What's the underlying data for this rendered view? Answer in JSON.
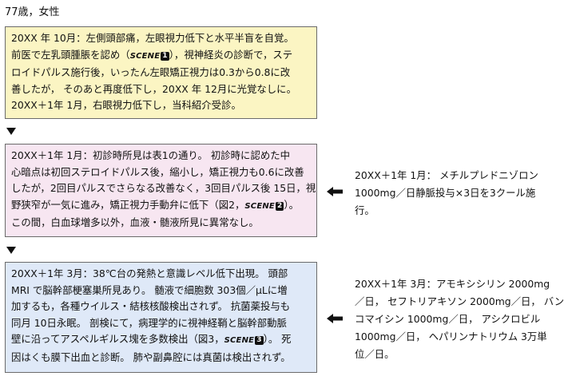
{
  "header": {
    "title": "77歳，女性"
  },
  "colors": {
    "box1_bg": "#fbf5c3",
    "box2_bg": "#f7e6f1",
    "box3_bg": "#dfe9f8",
    "border": "#6b6b6b"
  },
  "box1": {
    "lines": [
      "20XX 年 10月：左側頭部痛，左眼視力低下と水平半盲を自覚。",
      "前医で左乳頭腫脹を認め（",
      "），視神経炎の診断で，ステ",
      "ロイドパルス施行後，いったん左眼矯正視力は0.3から0.8に改",
      "善したが，  そのあと再度低下し，20XX 年 12月に光覚なしに。",
      "20XX＋1年 1月，右眼視力低下し，当科紹介受診。"
    ],
    "scene_label": "SCENE",
    "scene_num": "1"
  },
  "box2": {
    "lines": [
      "20XX＋1年 1月：初診時所見は表1の通り。  初診時に認めた中",
      "心暗点は初回ステロイドパルス後，縮小し，矯正視力も0.6に改善",
      "したが，2回目パルスでさらなる改善なく，3回目パルス後 15日，視",
      "野狭窄が一気に進み，矯正視力手動弁に低下（図2，",
      "）。",
      "この間，白血球増多以外，血液・髄液所見に異常なし。"
    ],
    "scene_label": "SCENE",
    "scene_num": "2"
  },
  "box3": {
    "lines": [
      "20XX＋1年 3月：38℃台の発熱と意識レベル低下出現。  頭部",
      "MRI で脳幹部梗塞巣所見あり。  髄液で細胞数 303個／μLに増",
      "加するも，各種ウイルス・結核核酸検出されず。  抗菌薬投与も",
      "同月 10日永眠。  剖検にて，病理学的に視神経鞘と脳幹部動脈",
      "壁に沿ってアスペルギルス塊を多数検出（図3，",
      "）。  死",
      "因はくも膜下出血と診断。  肺や副鼻腔には真菌は検出されず。"
    ],
    "scene_label": "SCENE",
    "scene_num": "3"
  },
  "note2": {
    "lines": [
      "20XX＋1年 1月：  メチルプレドニゾロン",
      "1000mg／日静脈投与×3日を3クール施",
      "行。"
    ]
  },
  "note3": {
    "lines": [
      "20XX＋1年 3月：アモキシシリン 2000mg",
      "／日，  セフトリアキソン 2000mg／日，  バン",
      "コマイシン 1000mg／日，   アシクロビル",
      "1000mg／日，  ヘパリンナトリウム 3万単",
      "位／日。"
    ]
  },
  "icons": {
    "flow": "down-triangle-icon",
    "pointer": "left-arrow-icon"
  }
}
